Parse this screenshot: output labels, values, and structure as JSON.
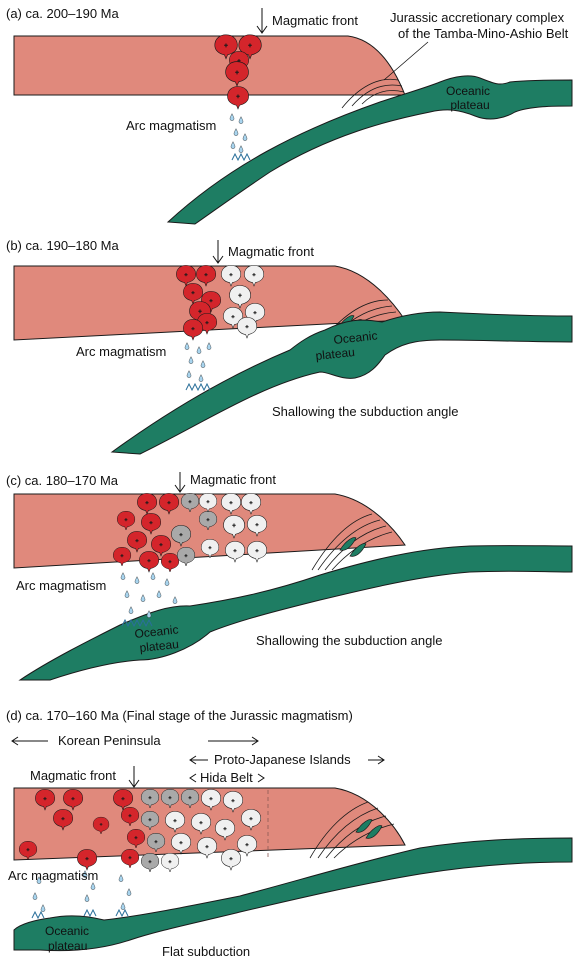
{
  "colors": {
    "crust": "#e0897c",
    "oceanic_plate": "#1e7d63",
    "arc_magma": "#d4252b",
    "cooling_magma_light": "#f0f0f0",
    "cooling_magma_dark": "#a9a9a9",
    "fluid": "#a8d4ee",
    "outline": "#1a1a1a"
  },
  "panels": [
    {
      "title": "(a) ca. 200–190 Ma",
      "magmatic_front": "Magmatic front",
      "arc_magmatism": "Arc magmatism",
      "accretionary_line1": "Jurassic accretionary complex",
      "accretionary_line2": "of the Tamba-Mino-Ashio Belt",
      "plateau_line1": "Oceanic",
      "plateau_line2": "plateau"
    },
    {
      "title": "(b) ca. 190–180 Ma",
      "magmatic_front": "Magmatic front",
      "arc_magmatism": "Arc magmatism",
      "plateau_line1": "Oceanic",
      "plateau_line2": "plateau",
      "note": "Shallowing the subduction angle"
    },
    {
      "title": "(c) ca. 180–170 Ma",
      "magmatic_front": "Magmatic front",
      "arc_magmatism": "Arc magmatism",
      "plateau_line1": "Oceanic",
      "plateau_line2": "plateau",
      "note": "Shallowing the subduction angle"
    },
    {
      "title": "(d) ca. 170–160 Ma (Final stage of the Jurassic magmatism)",
      "magmatic_front": "Magmatic front",
      "arc_magmatism": "Arc magmatism",
      "plateau_line1": "Oceanic",
      "plateau_line2": "plateau",
      "note": "Flat subduction",
      "region_korea": "Korean Peninsula",
      "region_japan": "Proto-Japanese Islands",
      "region_hida": "Hida Belt"
    }
  ]
}
